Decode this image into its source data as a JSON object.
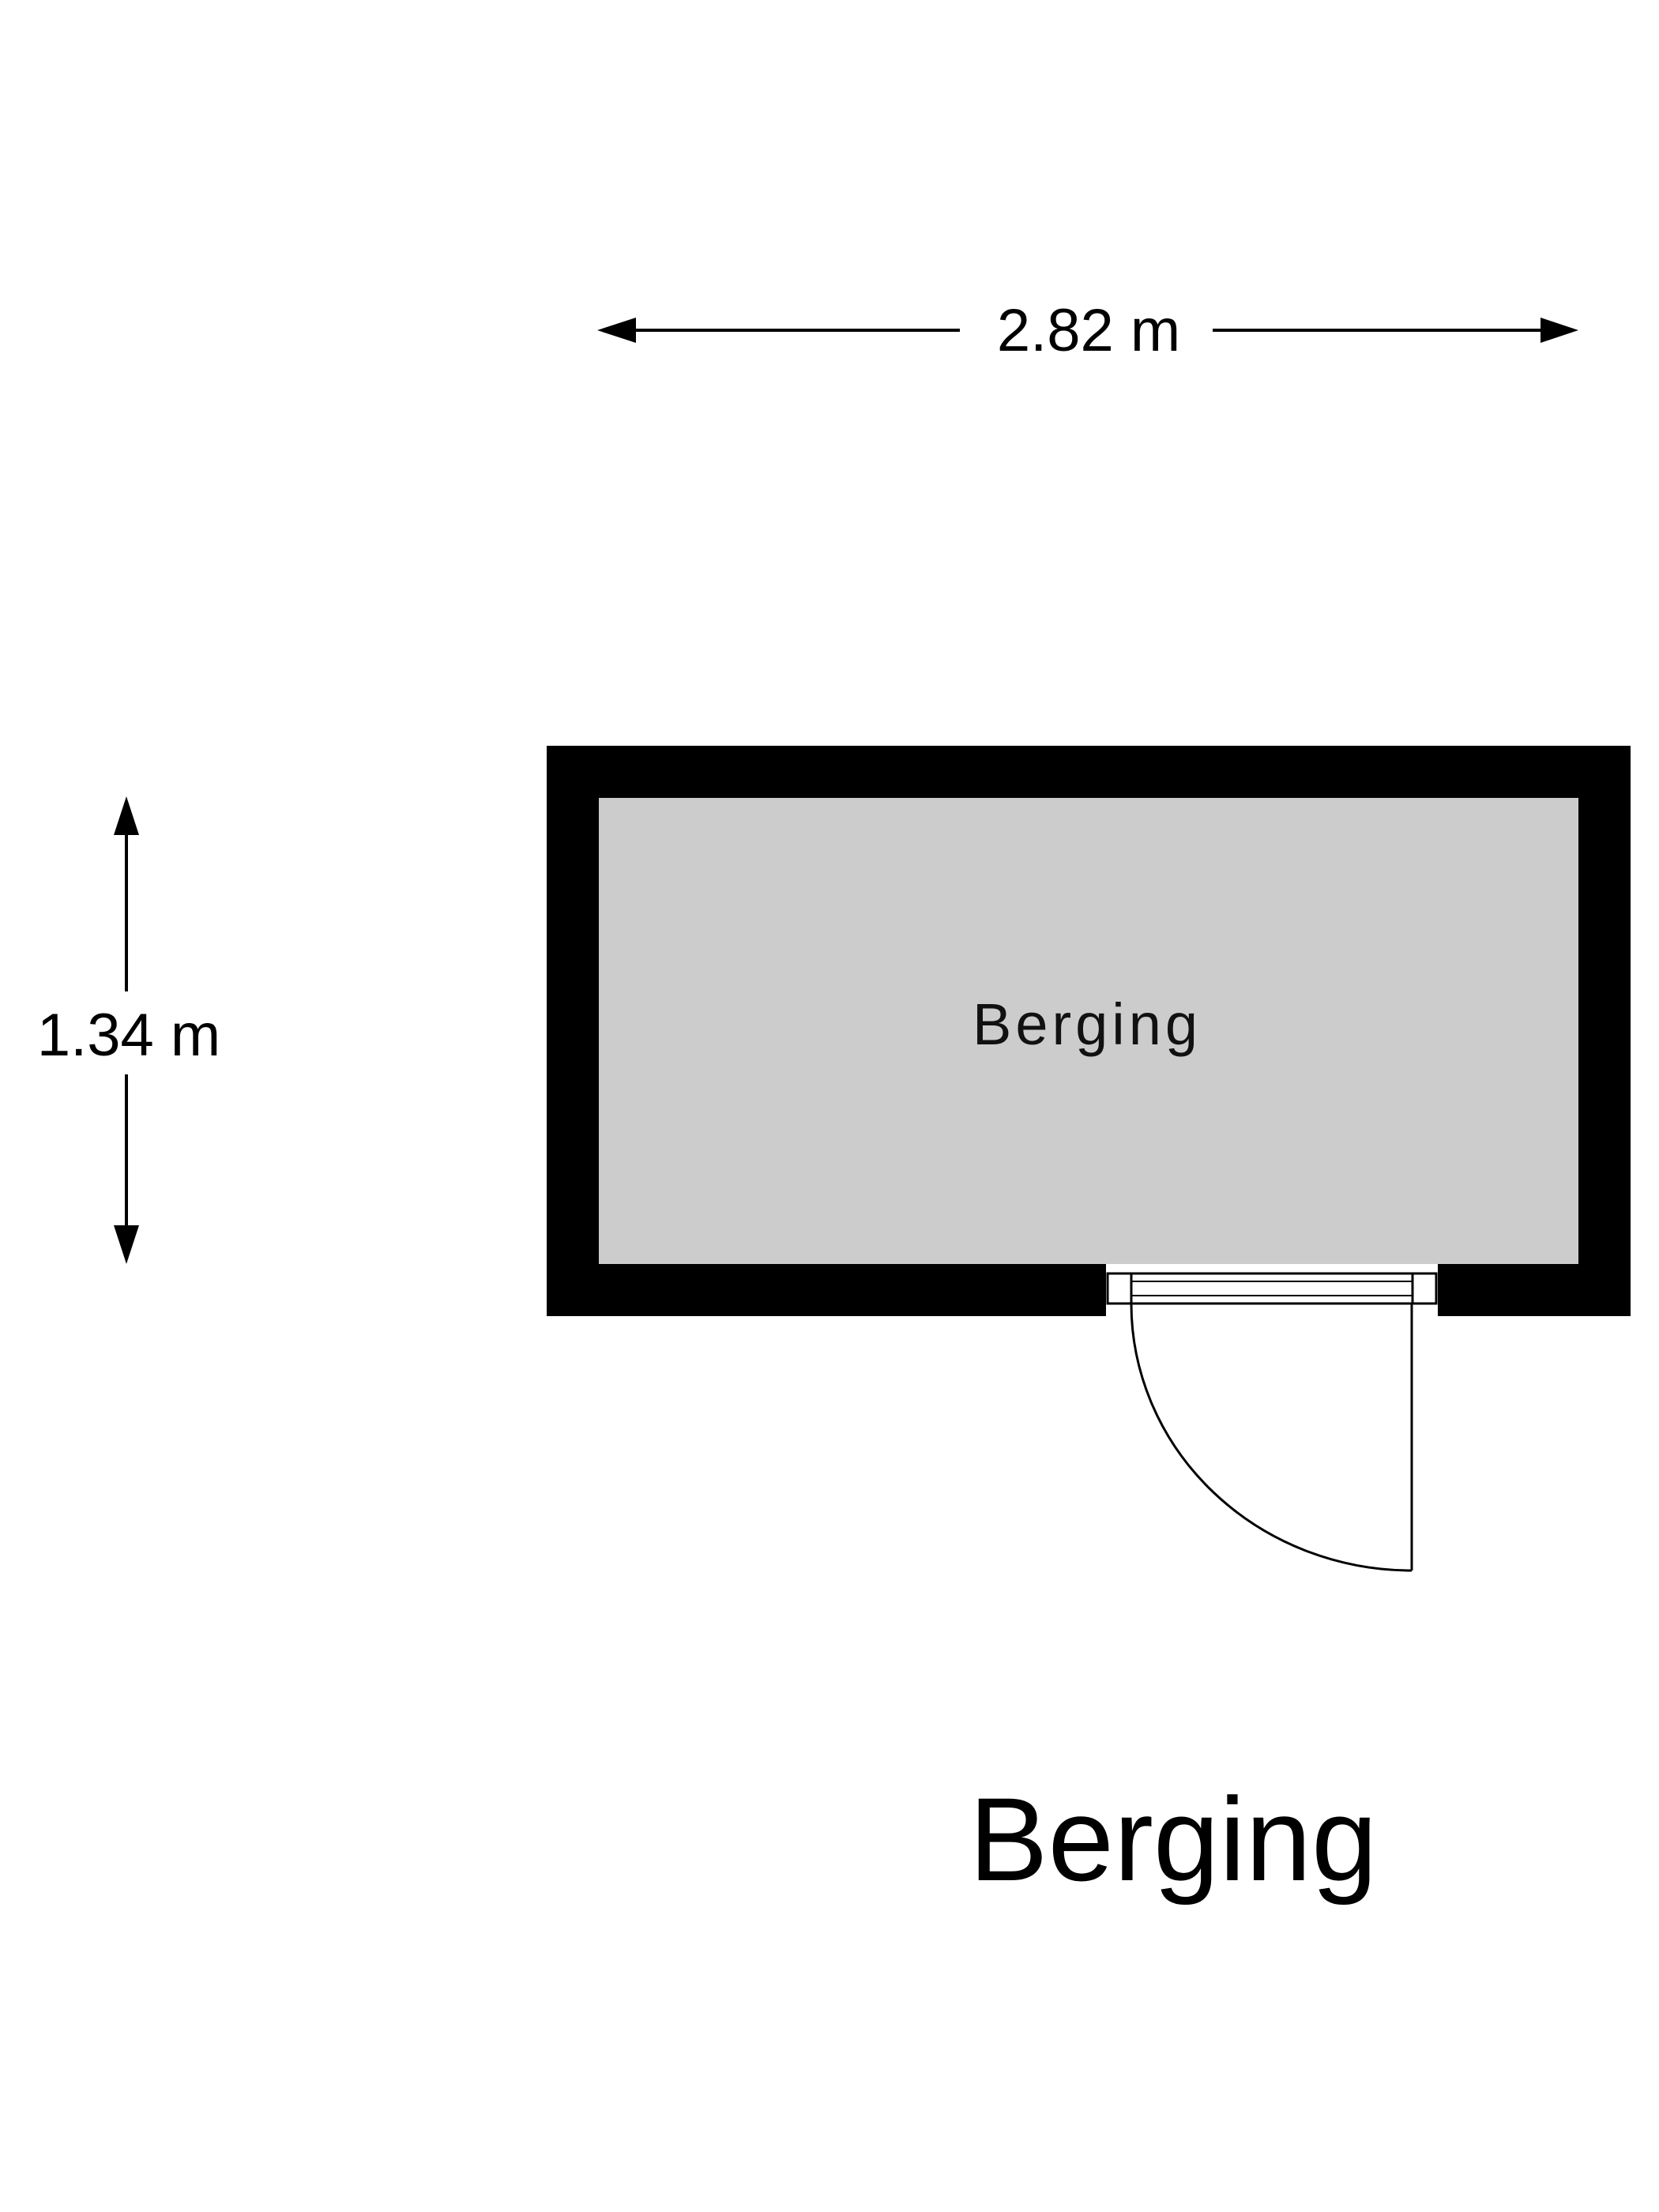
{
  "dimensions": {
    "width_label": "2.82 m",
    "height_label": "1.34 m"
  },
  "room": {
    "name": "Berging"
  },
  "floor": {
    "title": "Berging"
  },
  "colors": {
    "wall": "#000000",
    "floor_fill": "#cccccc",
    "background": "#ffffff",
    "line": "#000000"
  }
}
